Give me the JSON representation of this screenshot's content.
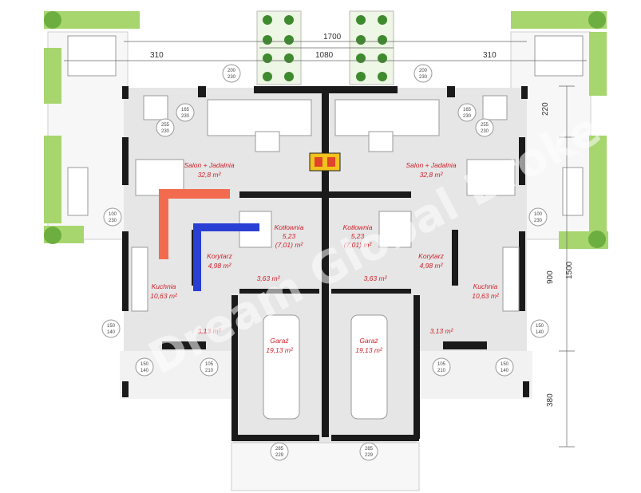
{
  "dimensions": {
    "total_width": "1700",
    "center_width": "1080",
    "left_wing": "310",
    "right_wing": "310",
    "right_top": "220",
    "right_mid": "900",
    "right_total": "1500",
    "right_bottom": "380"
  },
  "rooms": {
    "left": [
      {
        "name": "Salon + Jadalnia",
        "area": "32,8 m²"
      },
      {
        "name": "Kotłownia",
        "area": "5,23"
      },
      {
        "name": "Korytarz",
        "area": "4,98 m²"
      },
      {
        "name": "Kuchnia",
        "area": "10,63 m²"
      },
      {
        "name": "",
        "area": "3,63 m²"
      },
      {
        "name": "",
        "area": "3,13 m²"
      },
      {
        "name": "Garaż",
        "area": "19,13 m²"
      }
    ],
    "right": [
      {
        "name": "Salon + Jadalnia",
        "area": "32,8 m²"
      },
      {
        "name": "Kotłownia",
        "area": "5,23"
      },
      {
        "name": "Korytarz",
        "area": "4,98 m²"
      },
      {
        "name": "Kuchnia",
        "area": "10,63 m²"
      },
      {
        "name": "",
        "area": "3,63 m²"
      },
      {
        "name": "",
        "area": "3,13 m²"
      },
      {
        "name": "Garaż",
        "area": "19,13 m²"
      }
    ]
  },
  "openings": [
    {
      "a": "200",
      "b": "230"
    },
    {
      "a": "200",
      "b": "230"
    },
    {
      "a": "165",
      "b": "230"
    },
    {
      "a": "165",
      "b": "230"
    },
    {
      "a": "255",
      "b": "230"
    },
    {
      "a": "255",
      "b": "230"
    },
    {
      "a": "100",
      "b": "230"
    },
    {
      "a": "100",
      "b": "230"
    },
    {
      "a": "150",
      "b": "140"
    },
    {
      "a": "150",
      "b": "140"
    },
    {
      "a": "150",
      "b": "140"
    },
    {
      "a": "150",
      "b": "140"
    },
    {
      "a": "105",
      "b": "210"
    },
    {
      "a": "105",
      "b": "210"
    },
    {
      "a": "285",
      "b": "229"
    },
    {
      "a": "285",
      "b": "229"
    }
  ],
  "boiler_sub": "(7,01) m²",
  "watermark": "Dream Global Broker",
  "colors": {
    "wall": "#1a1a1a",
    "floor": "#e6e6e6",
    "label": "#d0202a",
    "orange_marker": "#f26b4f",
    "blue_marker": "#2a3fd4",
    "hedge": "#6cae3f"
  }
}
